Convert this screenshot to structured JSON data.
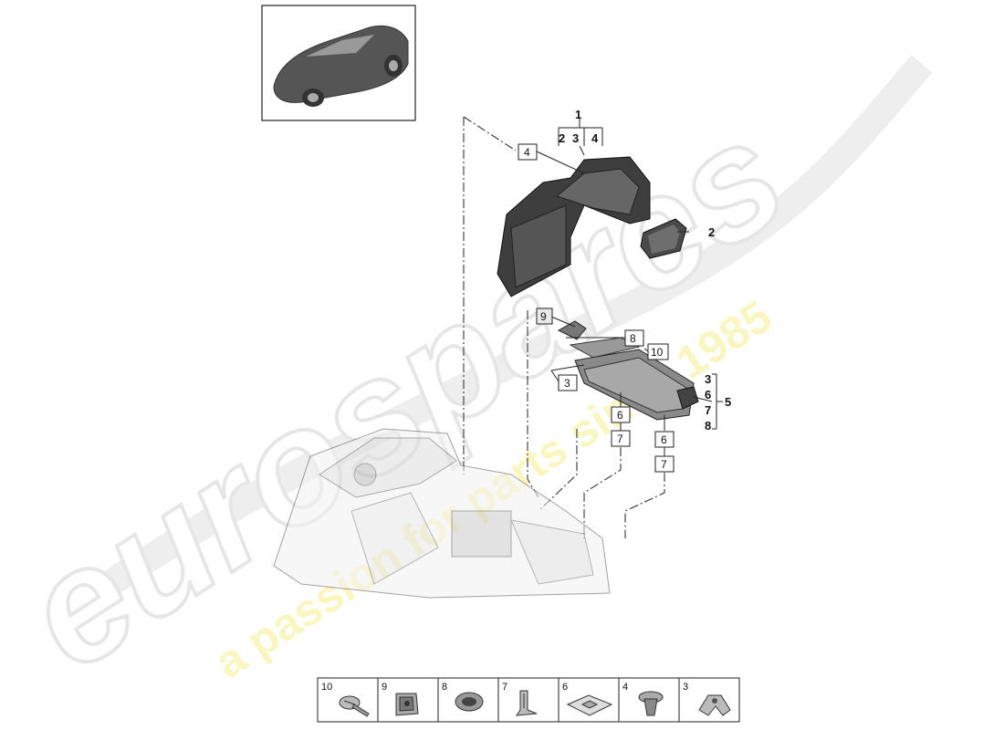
{
  "watermark": {
    "brand": "eurospares",
    "tagline": "a passion for parts since 1985"
  },
  "callouts": {
    "group_top": "1",
    "group_top_sub1": "2",
    "group_top_sub2": "3",
    "group_top_sub3": "4",
    "c4": "4",
    "c2": "2",
    "c9": "9",
    "c8": "8",
    "c10": "10",
    "c3": "3",
    "c6a": "6",
    "c7a": "7",
    "c6b": "6",
    "c7b": "7",
    "group5_items": [
      "3",
      "6",
      "7",
      "8"
    ],
    "group5_label": "5"
  },
  "legend": {
    "items": [
      {
        "num": "10",
        "icon": "screw-icon"
      },
      {
        "num": "9",
        "icon": "clip-nut-icon"
      },
      {
        "num": "8",
        "icon": "grommet-icon"
      },
      {
        "num": "7",
        "icon": "spring-clip-icon"
      },
      {
        "num": "6",
        "icon": "foam-pad-icon"
      },
      {
        "num": "4",
        "icon": "expansion-rivet-icon"
      },
      {
        "num": "3",
        "icon": "retaining-clip-icon"
      }
    ]
  }
}
